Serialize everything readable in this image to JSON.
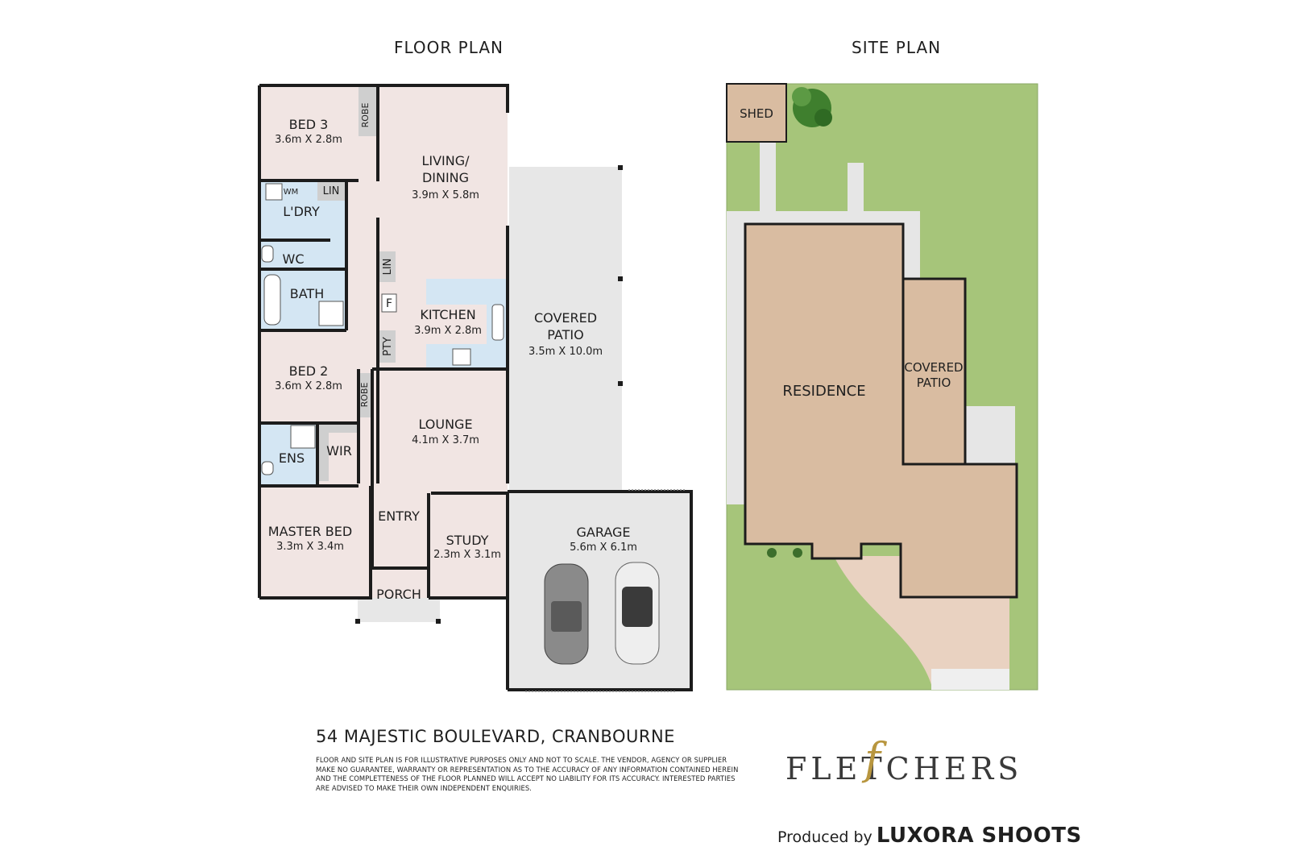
{
  "floor_plan": {
    "heading": "FLOOR PLAN",
    "rooms": {
      "bed3": {
        "name": "BED 3",
        "dims": "3.6m X 2.8m"
      },
      "robe_top": {
        "name": "ROBE"
      },
      "living": {
        "name_line1": "LIVING/",
        "name_line2": "DINING",
        "dims": "3.9m X 5.8m"
      },
      "wm": {
        "name": "WM"
      },
      "lin_top": {
        "name": "LIN"
      },
      "laundry": {
        "name": "L'DRY"
      },
      "wc": {
        "name": "WC"
      },
      "lin_mid": {
        "name": "LIN"
      },
      "bath": {
        "name": "BATH"
      },
      "fridge": {
        "name": "F"
      },
      "kitchen": {
        "name": "KITCHEN",
        "dims": "3.9m X 2.8m"
      },
      "pty": {
        "name": "PTY"
      },
      "covered_patio": {
        "name_line1": "COVERED",
        "name_line2": "PATIO",
        "dims": "3.5m X 10.0m"
      },
      "bed2": {
        "name": "BED 2",
        "dims": "3.6m X 2.8m"
      },
      "robe_mid": {
        "name": "ROBE"
      },
      "lounge": {
        "name": "LOUNGE",
        "dims": "4.1m X 3.7m"
      },
      "ens": {
        "name": "ENS"
      },
      "wir": {
        "name": "WIR"
      },
      "entry": {
        "name": "ENTRY"
      },
      "master": {
        "name": "MASTER BED",
        "dims": "3.3m X 3.4m"
      },
      "study": {
        "name": "STUDY",
        "dims": "2.3m X 3.1m"
      },
      "garage": {
        "name": "GARAGE",
        "dims": "5.6m X 6.1m"
      },
      "porch": {
        "name": "PORCH"
      }
    }
  },
  "site_plan": {
    "heading": "SITE PLAN",
    "shed": "SHED",
    "residence": "RESIDENCE",
    "patio_line1": "COVERED",
    "patio_line2": "PATIO"
  },
  "footer": {
    "address": "54 MAJESTIC BOULEVARD, CRANBOURNE",
    "disclaimer": "FLOOR AND SITE PLAN IS FOR ILLUSTRATIVE PURPOSES ONLY AND NOT TO SCALE. THE VENDOR, AGENCY OR SUPPLIER MAKE NO GUARANTEE, WARRANTY OR REPRESENTATION AS TO THE ACCURACY OF ANY INFORMATION CONTAINED HEREIN AND THE COMPLETTENESS OF THE FLOOR PLANNED WILL ACCEPT NO LIABILITY FOR ITS ACCURACY. INTERESTED PARTIES ARE ADVISED TO MAKE THEIR OWN INDEPENDENT ENQUIRIES.",
    "logo_text": "FLETCHERS",
    "produced_prefix": "Produced by",
    "produced_brand": "LUXORA SHOOTS"
  },
  "colors": {
    "room_pink": "#f1e5e3",
    "wet_blue": "#d4e6f3",
    "patio_grey": "#e7e7e7",
    "wall": "#1c1c1c",
    "grass": "#a6c57a",
    "building": "#d9bca1",
    "logo_gold": "#b8963f"
  }
}
